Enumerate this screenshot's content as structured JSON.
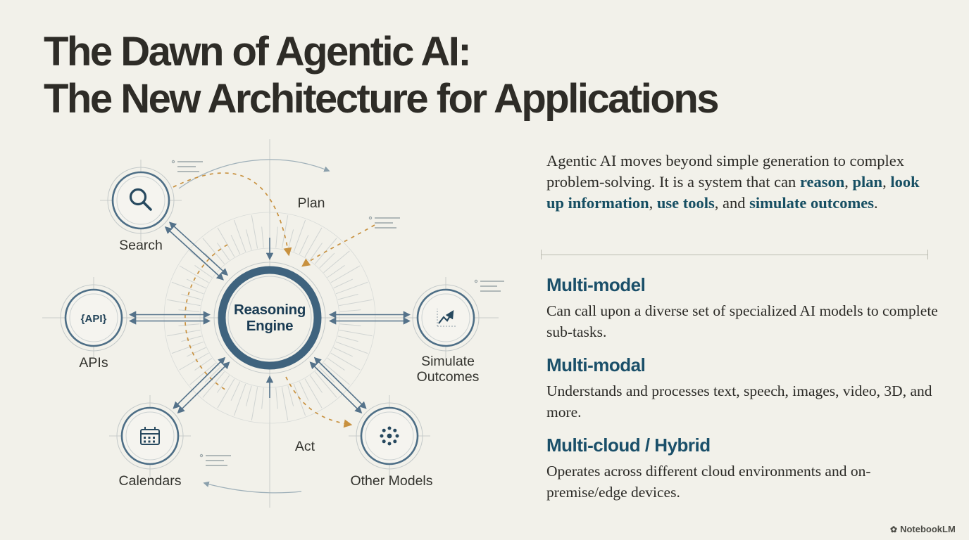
{
  "title": {
    "line1": "The Dawn of Agentic AI:",
    "line2": "The New Architecture for Applications"
  },
  "intro": {
    "segments": [
      {
        "text": "Agentic AI moves beyond simple generation to complex problem-solving. It is a system that can ",
        "bold": false
      },
      {
        "text": "reason",
        "bold": true
      },
      {
        "text": ", ",
        "bold": false
      },
      {
        "text": "plan",
        "bold": true
      },
      {
        "text": ", ",
        "bold": false
      },
      {
        "text": "look up information",
        "bold": true
      },
      {
        "text": ", ",
        "bold": false
      },
      {
        "text": "use tools",
        "bold": true
      },
      {
        "text": ", and ",
        "bold": false
      },
      {
        "text": "simulate outcomes",
        "bold": true
      },
      {
        "text": ".",
        "bold": false
      }
    ]
  },
  "sections": [
    {
      "title": "Multi-model",
      "body": "Can call upon a diverse set of specialized AI models to complete sub-tasks."
    },
    {
      "title": "Multi-modal",
      "body": "Understands and processes text, speech, images, video, 3D, and more."
    },
    {
      "title": "Multi-cloud / Hybrid",
      "body": "Operates across different cloud environments and on-premise/edge devices."
    }
  ],
  "diagram": {
    "center_label": "Reasoning Engine",
    "flow_labels": {
      "plan": "Plan",
      "act": "Act"
    },
    "nodes": [
      {
        "label": "Search"
      },
      {
        "label": "APIs",
        "icon_text": "{API}"
      },
      {
        "label": "Calendars"
      },
      {
        "label": "Other Models"
      },
      {
        "label": "Simulate Outcomes"
      }
    ],
    "colors": {
      "accent_orange": "#c8913f",
      "slate": "#54728a",
      "navy": "#1b3c54"
    }
  },
  "footer": {
    "brand": "NotebookLM"
  }
}
